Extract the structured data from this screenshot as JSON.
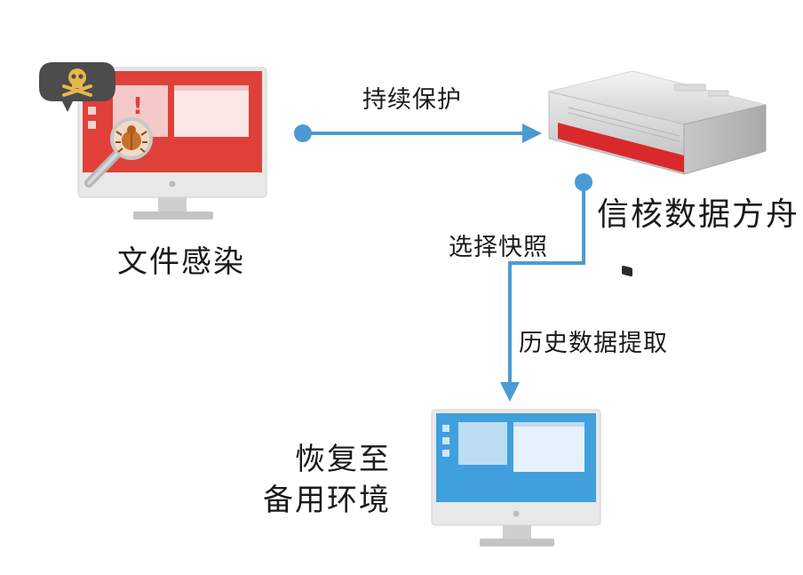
{
  "nodes": {
    "infected": {
      "label": "文件感染",
      "alert_mark": "!"
    },
    "ark": {
      "label": "信核数据方舟"
    },
    "restore": {
      "line1": "恢复至",
      "line2": "备用环境"
    }
  },
  "edges": {
    "continuous": {
      "label": "持续保护"
    },
    "snapshot": {
      "label": "选择快照"
    },
    "history": {
      "label": "历史数据提取"
    }
  },
  "colors": {
    "connector": "#4a9bd3",
    "infected_screen": "#e0403a",
    "restore_screen": "#3fa0dd",
    "server_stripe": "#d9292b",
    "bubble": "#4c4c4c",
    "skull": "#e7b74a",
    "bug": "#c9702a"
  },
  "icons": {
    "infected": [
      "monitor-icon",
      "skull-icon",
      "magnifier-icon",
      "bug-icon",
      "alert-icon"
    ],
    "ark": [
      "server-icon"
    ],
    "restore": [
      "monitor-icon"
    ]
  }
}
